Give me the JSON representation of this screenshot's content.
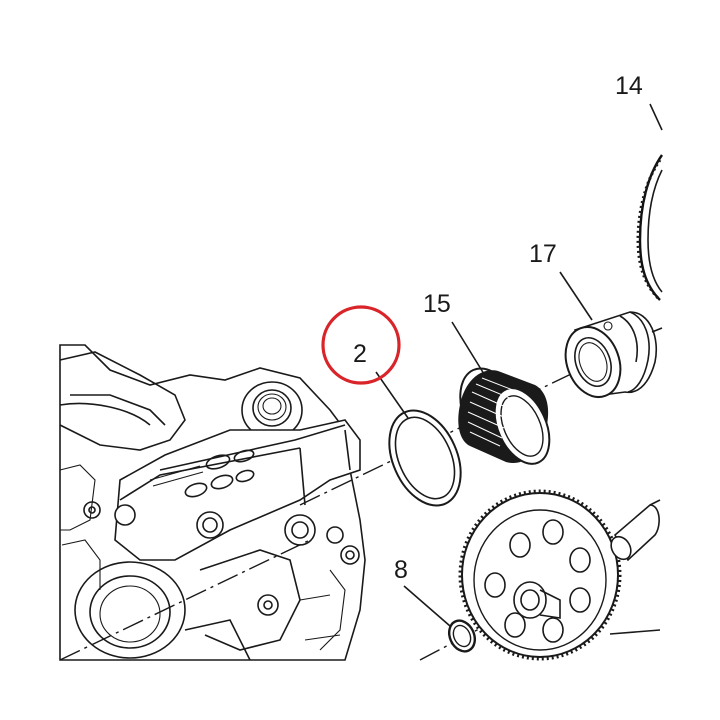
{
  "callouts": [
    {
      "id": "14",
      "label": "14"
    },
    {
      "id": "17",
      "label": "17"
    },
    {
      "id": "15",
      "label": "15"
    },
    {
      "id": "2",
      "label": "2"
    },
    {
      "id": "8",
      "label": "8"
    }
  ],
  "highlight": {
    "target": "2",
    "color": "#d9252a"
  },
  "colors": {
    "line": "#1a1a1a",
    "background": "#ffffff"
  }
}
